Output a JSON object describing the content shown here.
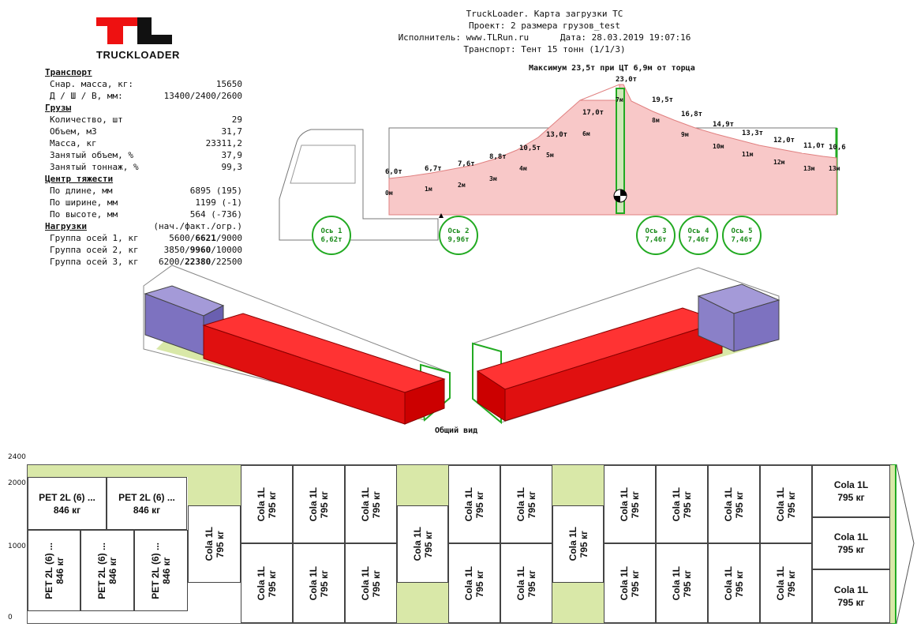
{
  "logo": {
    "text": "TRUCKLOADER"
  },
  "header": {
    "line1": "TruckLoader. Карта загрузки ТС",
    "line2": "Проект: 2 размера грузов_test",
    "line3": "Исполнитель: www.TLRun.ru      Дата: 28.03.2019 19:07:16",
    "line4": "Транспорт: Тент 15 тонн (1/1/3)"
  },
  "stats": {
    "transport": {
      "title": "Транспорт",
      "rows": [
        {
          "label": "Снар. масса, кг:",
          "value": "15650"
        },
        {
          "label": "Д / Ш / В, мм:",
          "value": "13400/2400/2600"
        }
      ]
    },
    "cargo": {
      "title": "Грузы",
      "rows": [
        {
          "label": "Количество, шт",
          "value": "29"
        },
        {
          "label": "Объем, м3",
          "value": "31,7"
        },
        {
          "label": "Масса, кг",
          "value": "23311,2"
        },
        {
          "label": "Занятый объем, %",
          "value": "37,9"
        },
        {
          "label": "Занятый тоннаж, %",
          "value": "99,3"
        }
      ]
    },
    "gravity": {
      "title": "Центр тяжести",
      "rows": [
        {
          "label": "По длине, мм",
          "value": "6895 (195)"
        },
        {
          "label": "По ширине, мм",
          "value": "1199 (-1)"
        },
        {
          "label": "По высоте, мм",
          "value": "564 (-736)"
        }
      ]
    },
    "loads": {
      "title": "Нагрузки",
      "subtitle": "(нач./факт./огр.)",
      "rows": [
        {
          "label": "Группа осей 1, кг",
          "start": "5600/",
          "actual": "6621",
          "end": "/9000"
        },
        {
          "label": "Группа осей 2, кг",
          "start": "3850/",
          "actual": "9960",
          "end": "/10000"
        },
        {
          "label": "Группа осей 3, кг",
          "start": "6200/",
          "actual": "22380",
          "end": "/22500"
        }
      ]
    }
  },
  "load_diagram": {
    "title": "Максимум 23,5т при ЦТ 6,9м от торца",
    "points": [
      {
        "pos": "0м",
        "load": "6,0т"
      },
      {
        "pos": "1м",
        "load": "6,7т"
      },
      {
        "pos": "2м",
        "load": "7,6т"
      },
      {
        "pos": "3м",
        "load": "8,8т"
      },
      {
        "pos": "4м",
        "load": "10,5т"
      },
      {
        "pos": "5м",
        "load": "13,0т"
      },
      {
        "pos": "6м",
        "load": "17,0т"
      },
      {
        "pos": "7м",
        "load": "23,0т"
      },
      {
        "pos": "8м",
        "load": "19,5т"
      },
      {
        "pos": "9м",
        "load": "16,8т"
      },
      {
        "pos": "10м",
        "load": "14,9т"
      },
      {
        "pos": "11м",
        "load": "13,3т"
      },
      {
        "pos": "12м",
        "load": "12,0т"
      },
      {
        "pos": "13м",
        "load": "11,0т"
      },
      {
        "pos": "13м",
        "load": "10,6"
      }
    ],
    "axles": [
      {
        "name": "Ось 1",
        "load": "6,62т"
      },
      {
        "name": "Ось 2",
        "load": "9,96т"
      },
      {
        "name": "Ось 3",
        "load": "7,46т"
      },
      {
        "name": "Ось 4",
        "load": "7,46т"
      },
      {
        "name": "Ось 5",
        "load": "7,46т"
      }
    ]
  },
  "view3d": {
    "caption": "Общий вид"
  },
  "load_map": {
    "y_ticks": [
      "2400",
      "2000",
      "1000",
      "0"
    ],
    "pet_label": "PET 2L (6) ...",
    "pet_weight": "846 кг",
    "cola_label": "Cola 1L",
    "cola_weight": "795 кг"
  },
  "colors": {
    "load_fill": "#f8c8c8",
    "accent": "#22aa22",
    "cargo_red": "#ee1111",
    "cargo_purple": "#8a80c8",
    "empty_floor": "#d9e8a8"
  }
}
